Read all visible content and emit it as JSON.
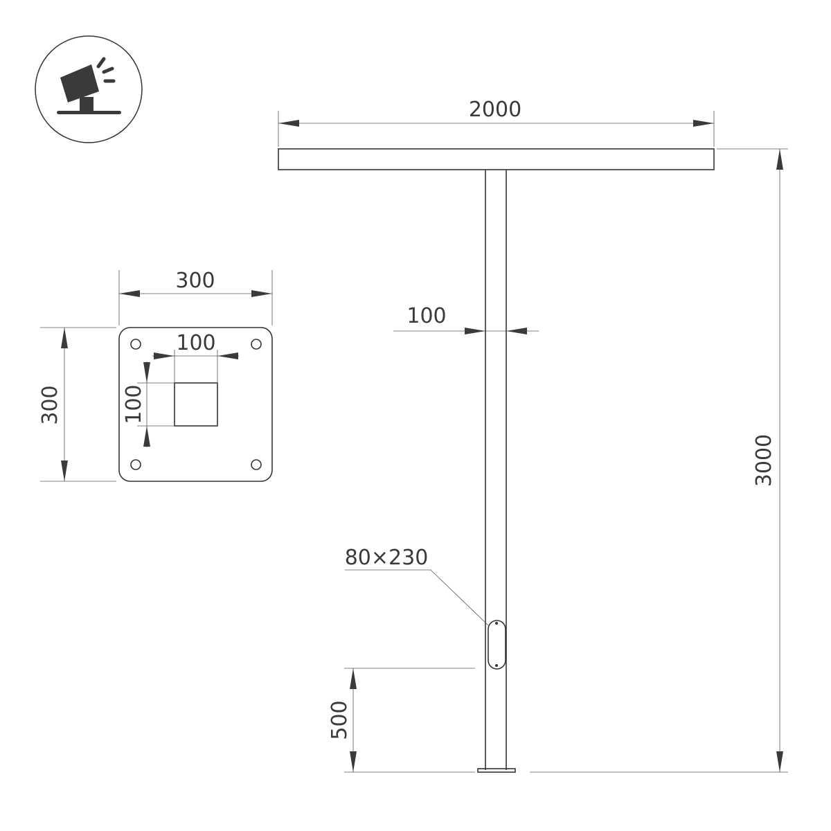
{
  "icon": {
    "name": "spotlight-on-pole-icon",
    "color": "#3a3a3a"
  },
  "dimensions": {
    "crossbar_width": "2000",
    "total_height": "3000",
    "pole_width": "100",
    "hatch_size": "80×230",
    "hatch_height": "500",
    "base_width": "300",
    "base_height": "300",
    "base_hole_width": "100",
    "base_hole_height": "100"
  }
}
